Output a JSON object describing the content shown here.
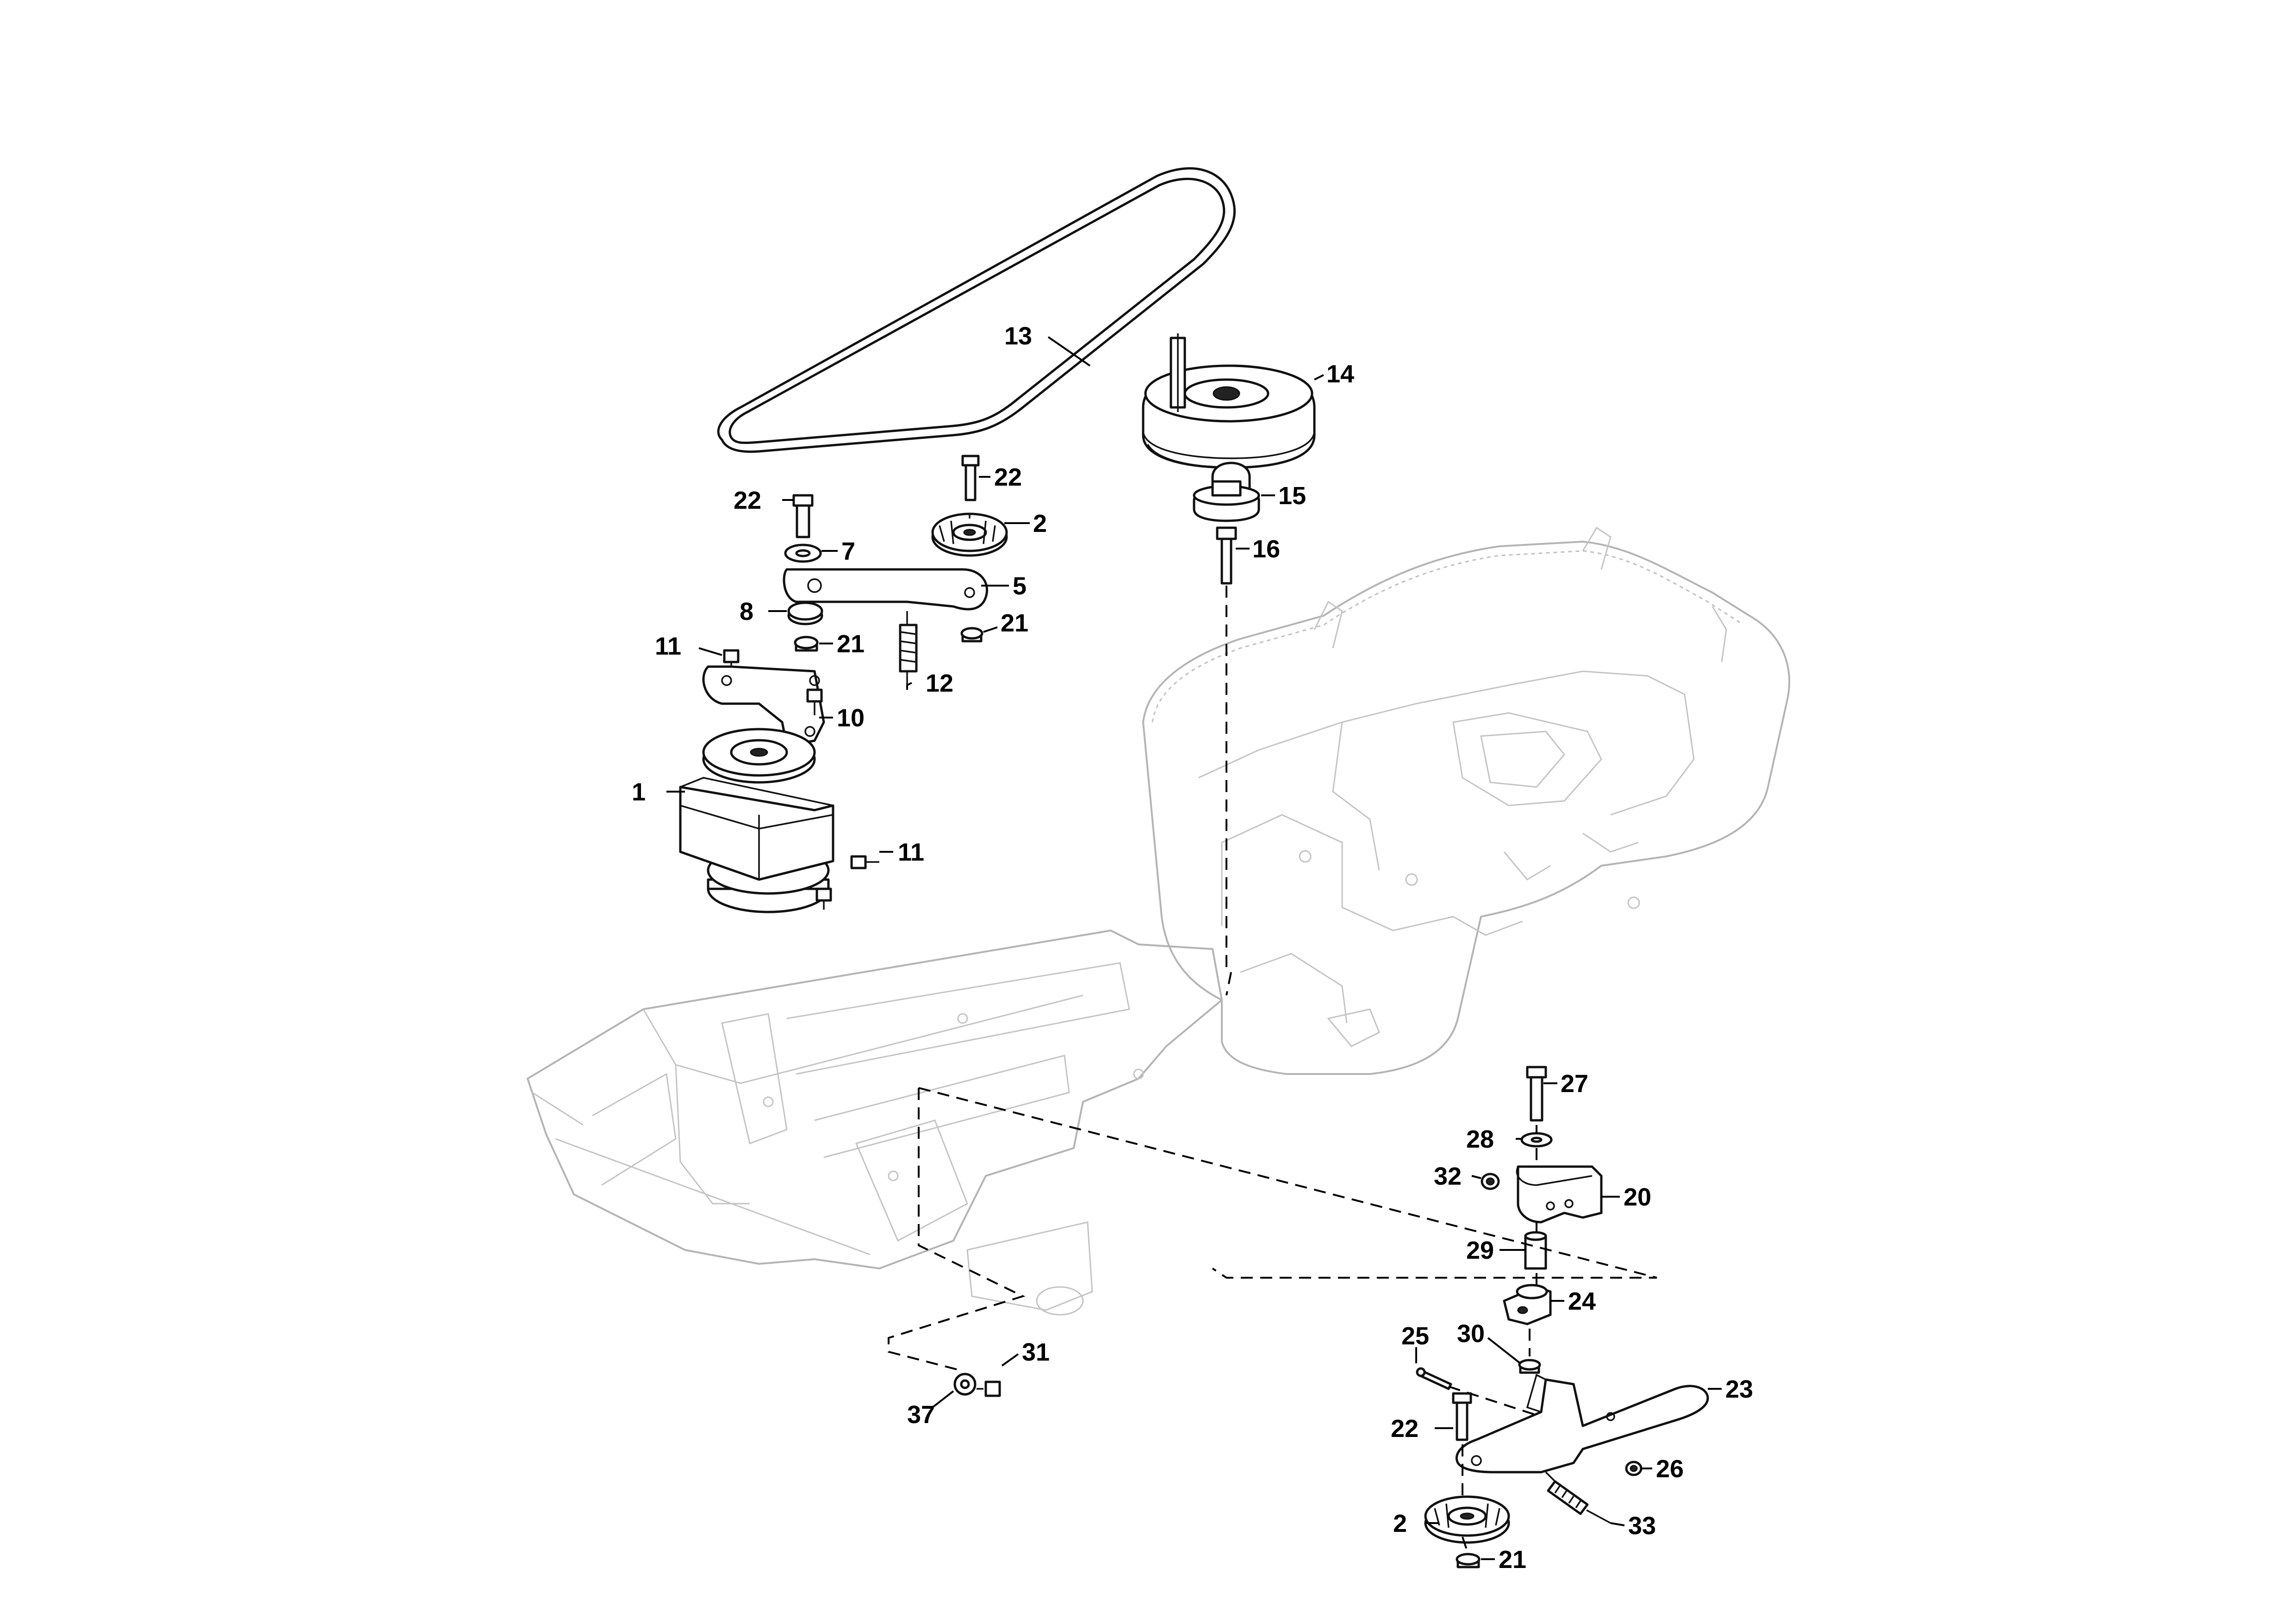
{
  "diagram": {
    "callouts": [
      {
        "id": "c1",
        "label": "1"
      },
      {
        "id": "c2a",
        "label": "2"
      },
      {
        "id": "c2b",
        "label": "2"
      },
      {
        "id": "c5",
        "label": "5"
      },
      {
        "id": "c7",
        "label": "7"
      },
      {
        "id": "c8",
        "label": "8"
      },
      {
        "id": "c10",
        "label": "10"
      },
      {
        "id": "c11a",
        "label": "11"
      },
      {
        "id": "c11b",
        "label": "11"
      },
      {
        "id": "c12",
        "label": "12"
      },
      {
        "id": "c13",
        "label": "13"
      },
      {
        "id": "c14",
        "label": "14"
      },
      {
        "id": "c15",
        "label": "15"
      },
      {
        "id": "c16",
        "label": "16"
      },
      {
        "id": "c20",
        "label": "20"
      },
      {
        "id": "c21a",
        "label": "21"
      },
      {
        "id": "c21b",
        "label": "21"
      },
      {
        "id": "c21c",
        "label": "21"
      },
      {
        "id": "c22a",
        "label": "22"
      },
      {
        "id": "c22b",
        "label": "22"
      },
      {
        "id": "c22c",
        "label": "22"
      },
      {
        "id": "c23",
        "label": "23"
      },
      {
        "id": "c24",
        "label": "24"
      },
      {
        "id": "c25",
        "label": "25"
      },
      {
        "id": "c26",
        "label": "26"
      },
      {
        "id": "c27",
        "label": "27"
      },
      {
        "id": "c28",
        "label": "28"
      },
      {
        "id": "c29",
        "label": "29"
      },
      {
        "id": "c30",
        "label": "30"
      },
      {
        "id": "c31",
        "label": "31"
      },
      {
        "id": "c32",
        "label": "32"
      },
      {
        "id": "c33",
        "label": "33"
      },
      {
        "id": "c37",
        "label": "37"
      }
    ]
  }
}
